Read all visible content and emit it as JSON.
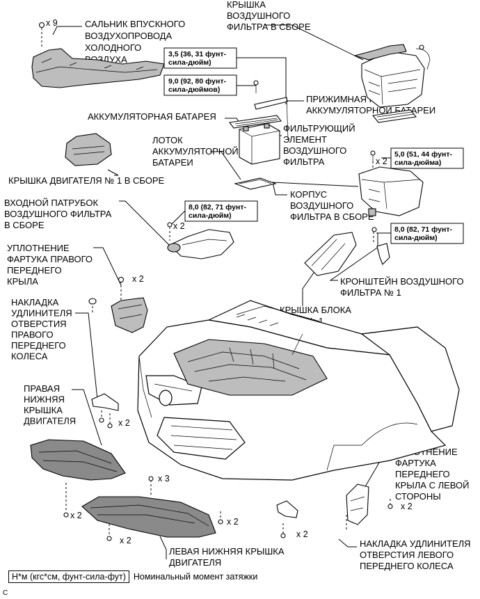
{
  "labels": {
    "air_duct_seal": [
      "САЛЬНИК ВПУСКНОГО",
      "ВОЗДУХОПРОВОДА",
      "ХОЛОДНОГО",
      "ВОЗДУХА"
    ],
    "air_filter_cap": [
      "КРЫШКА",
      "ВОЗДУШНОГО",
      "ФИЛЬТРА В СБОРЕ"
    ],
    "battery_clamp": [
      "ПРИЖИМНАЯ ПЛАНКА",
      "АККУМУЛЯТОРНОЙ БАТАРЕИ"
    ],
    "battery": [
      "АККУМУЛЯТОРНАЯ БАТАРЕЯ"
    ],
    "filter_element": [
      "ФИЛЬТРУЮЩИЙ",
      "ЭЛЕМЕНТ",
      "ВОЗДУШНОГО",
      "ФИЛЬТРА"
    ],
    "battery_tray": [
      "ЛОТОК",
      "АККУМУЛЯТОРНОЙ",
      "БАТАРЕИ"
    ],
    "engine_cover": [
      "КРЫШКА ДВИГАТЕЛЯ № 1 В СБОРЕ"
    ],
    "filter_case": [
      "КОРПУС",
      "ВОЗДУШНОГО",
      "ФИЛЬТРА В СБОРЕ"
    ],
    "inlet": [
      "ВХОДНОЙ ПАТРУБОК",
      "ВОЗДУШНОГО ФИЛЬТРА",
      "В СБОРЕ"
    ],
    "rh_fender_seal": [
      "УПЛОТНЕНИЕ",
      "ФАРТУКА ПРАВОГО",
      "ПЕРЕДНЕГО",
      "КРЫЛА"
    ],
    "filter_bracket": [
      "КРОНШТЕЙН ВОЗДУШНОГО",
      "ФИЛЬТРА № 1"
    ],
    "relay_cover": [
      "КРЫШКА БЛОКА",
      "РЕЛЕ № 1"
    ],
    "rh_wheel_ext": [
      "НАКЛАДКА",
      "УДЛИНИТЕЛЯ",
      "ОТВЕРСТИЯ",
      "ПРАВОГО",
      "ПЕРЕДНЕГО",
      "КОЛЕСА"
    ],
    "rh_under_cover": [
      "ПРАВАЯ",
      "НИЖНЯЯ",
      "КРЫШКА",
      "ДВИГАТЕЛЯ"
    ],
    "lh_fender_seal": [
      "УПЛОТНЕНИЕ",
      "ФАРТУКА",
      "ПЕРЕДНЕГО",
      "КРЫЛА С ЛЕВОЙ",
      "СТОРОНЫ"
    ],
    "lh_under_cover": [
      "ЛЕВАЯ НИЖНЯЯ КРЫШКА",
      "ДВИГАТЕЛЯ"
    ],
    "lh_wheel_ext": [
      "НАКЛАДКА УДЛИНИТЕЛЯ",
      "ОТВЕРСТИЯ ЛЕВОГО",
      "ПЕРЕДНЕГО КОЛЕСА"
    ]
  },
  "torque": {
    "t1": [
      "3,5 (36, 31 фунт-",
      "сила-дюйм)"
    ],
    "t2": [
      "9,0 (92, 80 фунт-",
      "сила-дюймов)"
    ],
    "t3": [
      "5,0 (51, 44 фунт-",
      "сила-дюйма)"
    ],
    "t4": [
      "8,0 (82, 71 фунт-",
      "сила-дюйм)"
    ],
    "t5": [
      "8,0 (82, 71 фунт-",
      "сила-дюйм)"
    ]
  },
  "quantities": {
    "q_seal": "x 9",
    "q_case": "x 2",
    "q_inlet": "x 2",
    "q_rh_seal": "x 2",
    "q_rh_under": "x 2",
    "q_center": "x 3",
    "q_left1": "x 2",
    "q_left2": "x 2",
    "q_lh_mid": "x 2",
    "q_lh_seal": "x 2",
    "q_lh_ext": "x 2"
  },
  "legend": {
    "unit_box": "Н*м (кгс*см, фунт-сила-фут)",
    "text": "Номинальный момент затяжки"
  },
  "footer_letter": "C"
}
